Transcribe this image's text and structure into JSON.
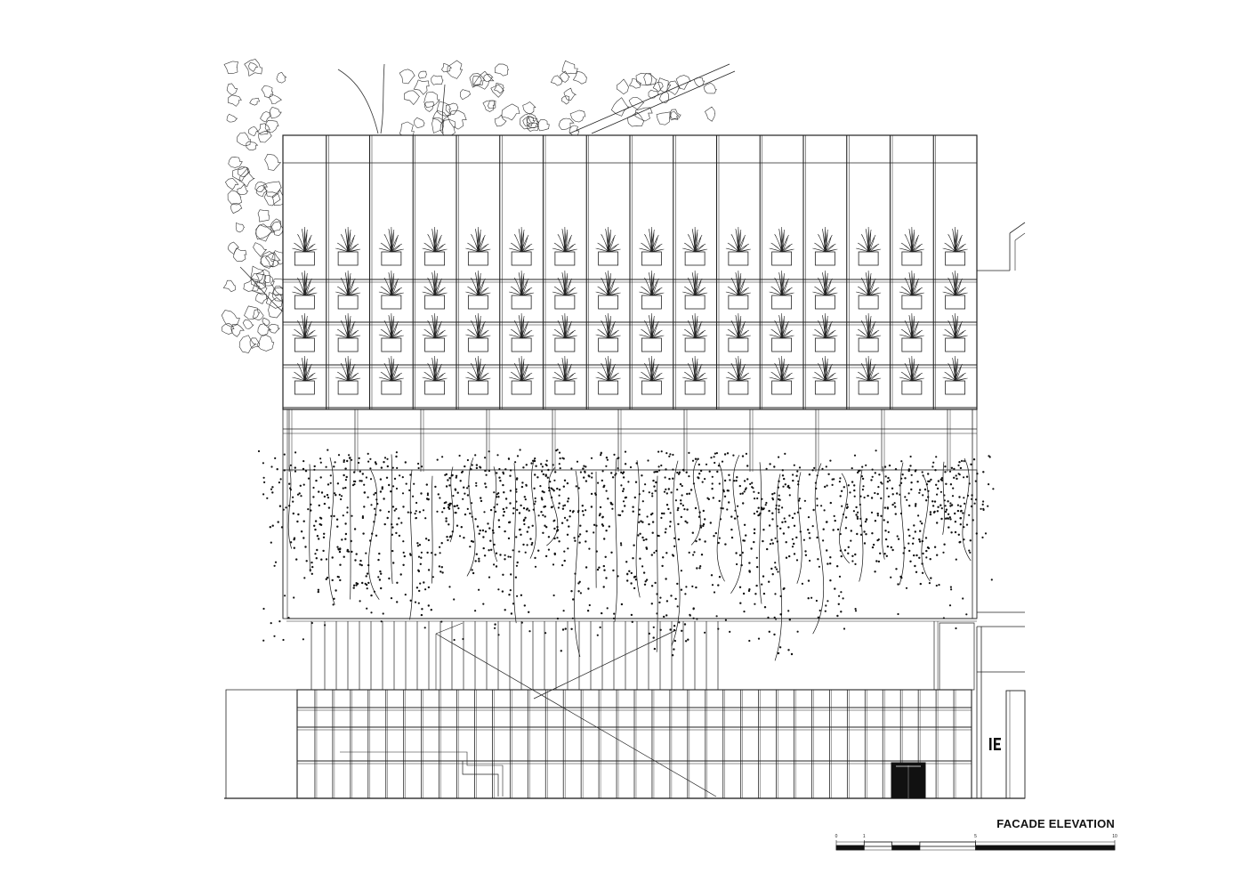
{
  "drawing": {
    "title": "FACADE ELEVATION",
    "scale_bar": {
      "ticks": [
        "0",
        "1",
        "5",
        "10"
      ],
      "segments": [
        {
          "from": 0,
          "to": 1,
          "filled": true
        },
        {
          "from": 1,
          "to": 2,
          "filled": false
        },
        {
          "from": 2,
          "to": 3,
          "filled": true
        },
        {
          "from": 3,
          "to": 5,
          "filled": false
        },
        {
          "from": 5,
          "to": 10,
          "filled": true
        }
      ]
    },
    "planter_grid": {
      "columns": 16,
      "rows": 4
    },
    "elements": [
      "background-trees",
      "planter-frame",
      "potted-plants",
      "hanging-vines",
      "glazed-ground-floor",
      "entrance-door",
      "signage"
    ]
  }
}
